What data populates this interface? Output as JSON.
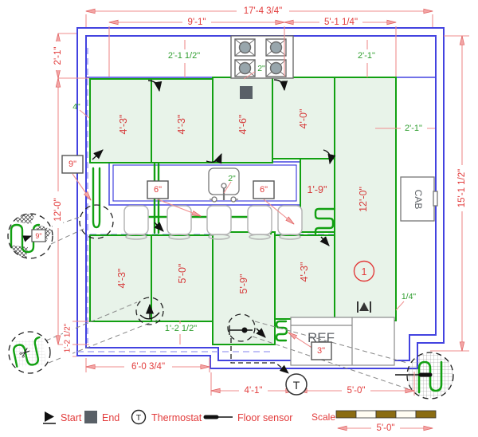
{
  "dims": {
    "top_overall": "17'-4 3/4\"",
    "top_left": "9'-1\"",
    "top_right": "5'-1 1/4\"",
    "left_top": "2'-1\"",
    "left_main": "12'-0\"",
    "left_bottom": "1'-2 1/2\"",
    "right_main": "15'-1 1/2\"",
    "bottom_left": "6'-0 3/4\"",
    "bottom_mid": "4'-1\"",
    "bottom_right": "5'-0\"",
    "scale_dim": "5'-0\""
  },
  "offsets": {
    "counter_left": "2'-1 1/2\"",
    "counter_right": "2'-1\"",
    "wall_gap": "4\"",
    "stove": "2\"",
    "sink": "2\"",
    "right_side": "2'-1\"",
    "quarter": "1/4\"",
    "bottom": "1'-2 1/2\""
  },
  "callouts": {
    "spacing_left": "9\"",
    "spacing_detail": "9\"",
    "island_left": "6\"",
    "island_right": "6\"",
    "ref": "3\""
  },
  "mats": {
    "a": "4'-3\"",
    "b": "4'-3\"",
    "c": "4'-6\"",
    "d": "4'-0\"",
    "e": "12'-0\"",
    "f": "4'-3\"",
    "g": "5'-0\"",
    "h": "5'-9\"",
    "i": "4'-3\"",
    "j": "1'-9\""
  },
  "zone": "1",
  "fixtures": {
    "ref": "REF",
    "cab": "CAB"
  },
  "thermostat": "T",
  "legend": {
    "start": "Start",
    "end": "End",
    "thermostat_symbol": "T",
    "thermostat": "Thermostat",
    "floor_sensor": "Floor sensor",
    "scale": "Scale"
  },
  "colors": {
    "wall": "#4343e0",
    "mat_stroke": "#12a012",
    "mat_fill": "#e8f3e9",
    "dim_line": "#ef8e8e",
    "dim_text": "#e23b3b",
    "offset_text": "#2f9e2f",
    "scale_gold": "#8a6c12"
  }
}
